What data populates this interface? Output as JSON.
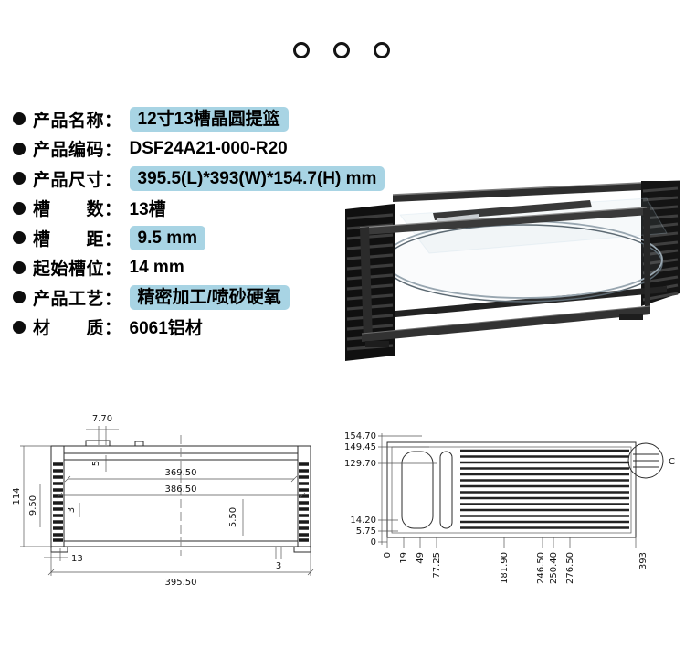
{
  "colors": {
    "highlight": "#a8d4e4",
    "bullet": "#0d0d0d"
  },
  "specs": [
    {
      "label": "产品名称：",
      "value": "12寸13槽晶圆提篮",
      "highlight": true
    },
    {
      "label": "产品编码：",
      "value": "DSF24A21-000-R20",
      "highlight": false
    },
    {
      "label": "产品尺寸：",
      "value": "395.5(L)*393(W)*154.7(H) mm",
      "highlight": true
    },
    {
      "label": "槽　　数：",
      "value": "13槽",
      "highlight": false
    },
    {
      "label": "槽　　距：",
      "value": "9.5 mm",
      "highlight": true
    },
    {
      "label": "起始槽位：",
      "value": "14 mm",
      "highlight": false
    },
    {
      "label": "产品工艺：",
      "value": "精密加工/喷砂硬氧",
      "highlight": true
    },
    {
      "label": "材　　质：",
      "value": "6061铝材",
      "highlight": false
    }
  ],
  "drawings": {
    "front": {
      "slot_offset_top": "7.70",
      "rail_thickness": "5",
      "inner_width": "369.50",
      "mid_width": "386.50",
      "overall_height": "114",
      "slot_pitch": "9.50",
      "slot_width_left": "3",
      "center_width": "5.50",
      "first_slot": "13",
      "slot_width_right": "3",
      "overall_width": "395.50"
    },
    "side": {
      "heights": [
        "154.70",
        "149.45",
        "129.70"
      ],
      "base_heights": [
        "14.20",
        "5.75",
        "0"
      ],
      "x_ords": [
        "0",
        "19",
        "49",
        "77.25",
        "181.90",
        "246.50",
        "250.40",
        "276.50",
        "393"
      ],
      "detail_label": "C"
    }
  }
}
